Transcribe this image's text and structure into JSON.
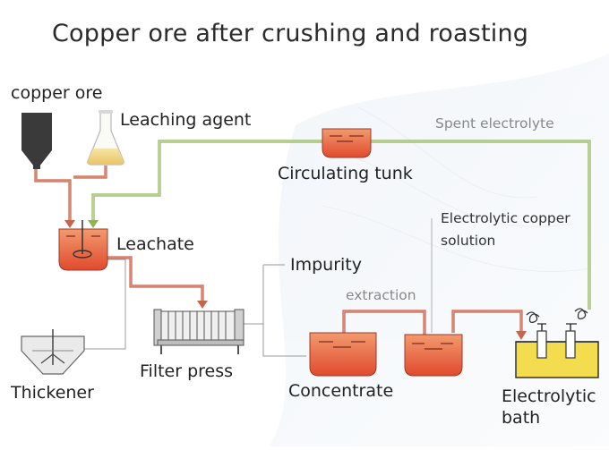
{
  "title": "Copper ore after crushing and roasting",
  "labels": {
    "copper_ore": "copper ore",
    "leaching_agent": "Leaching agent",
    "spent_electrolyte": "Spent electrolyte",
    "circulating_tank": "Circulating tunk",
    "leachate": "Leachate",
    "electrolytic_copper_solution_line1": "Electrolytic copper",
    "electrolytic_copper_solution_line2": "solution",
    "impurity": "Impurity",
    "extraction": "extraction",
    "filter_press": "Filter press",
    "thickener": "Thickener",
    "concentrate": "Concentrate",
    "electrolytic_bath_line1": "Electrolytic",
    "electrolytic_bath_line2": "bath"
  },
  "colors": {
    "copper_pipe": "#c4664e",
    "copper_pipe_light": "#e89a86",
    "green_pipe": "#8fb35a",
    "green_pipe_light": "#d7e7b0",
    "liquid_red": "#e2563a",
    "liquid_orange": "#f08a5d",
    "bath_yellow": "#f3dc4e",
    "gray_line": "#9a9a9a",
    "ore_dark": "#3a3a3a"
  }
}
